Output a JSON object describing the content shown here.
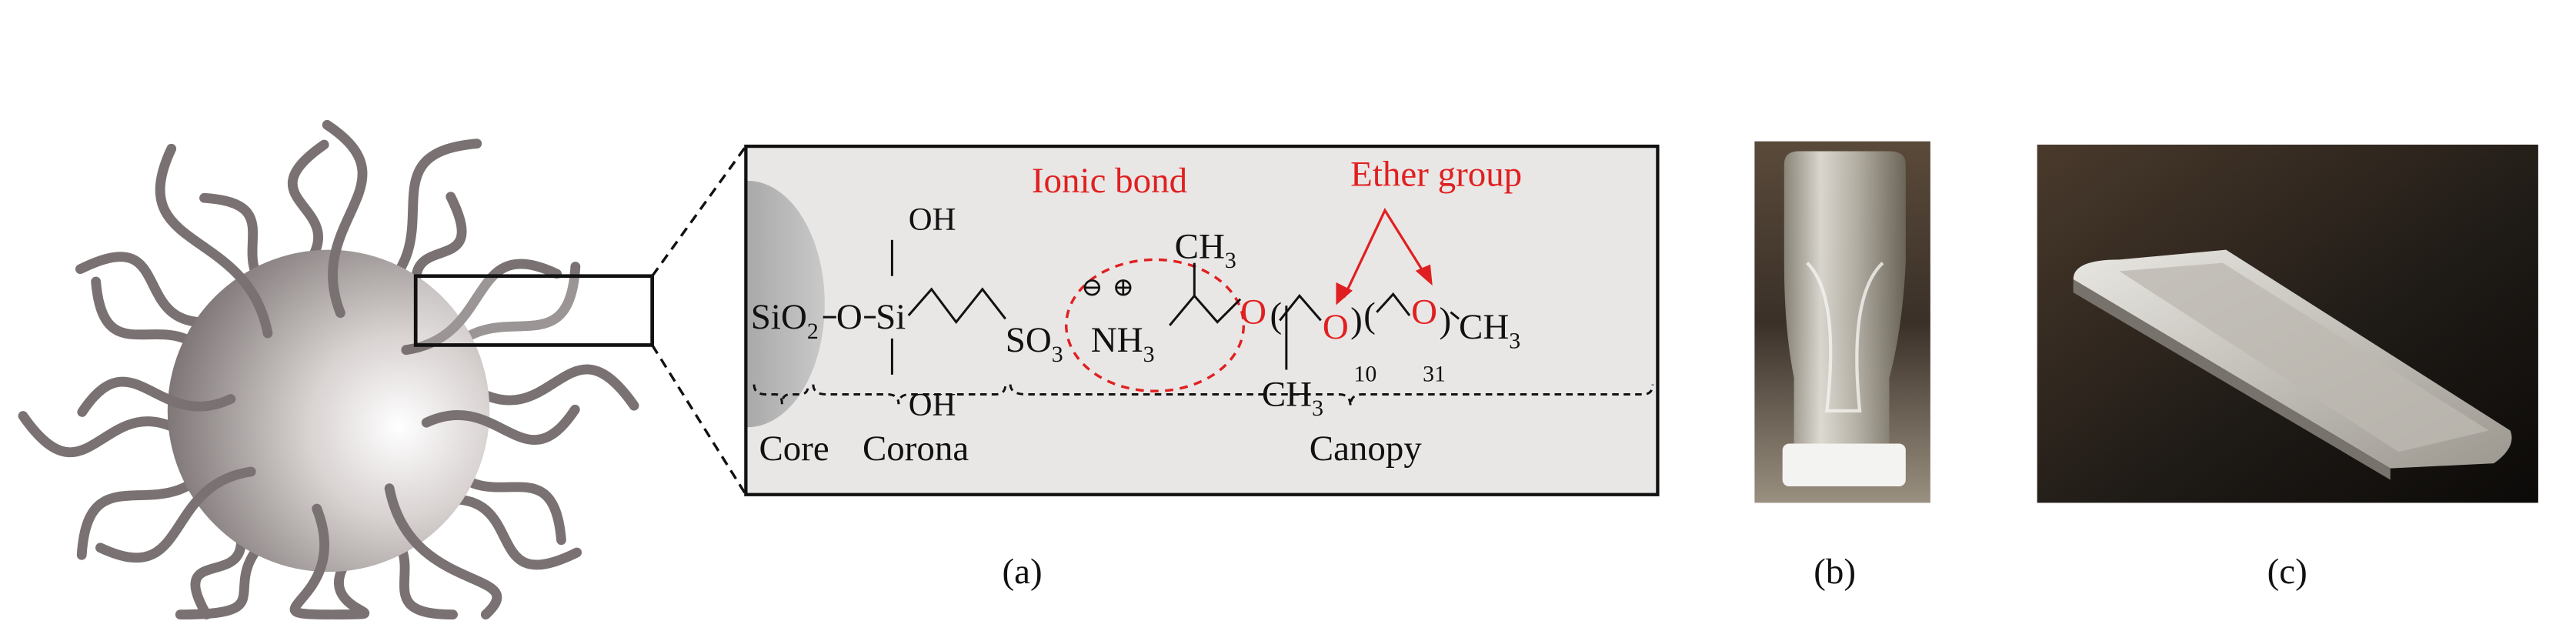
{
  "panel_a": {
    "label": "(a)",
    "structure": {
      "sio": "SiO",
      "sio_sub": "2",
      "link_o": "O",
      "si": "Si",
      "oh_top": "OH",
      "oh_bottom": "OH",
      "so": "SO",
      "so_sub": "3",
      "nh": "NH",
      "nh_sub": "3",
      "minus": "⊖",
      "plus": "⊕",
      "ch_top": "CH",
      "ch_top_sub": "3",
      "ch_mid": "CH",
      "ch_mid_sub": "3",
      "ch_end": "CH",
      "ch_end_sub": "3",
      "o1": "O",
      "o2": "O",
      "o3": "O",
      "paren_open": "(",
      "paren_close1": ")",
      "paren_open2": "(",
      "paren_close2": ")",
      "n1": "10",
      "n2": "31"
    },
    "annotations": {
      "ionic_bond": "Ionic bond",
      "ether_group": "Ether group"
    },
    "regions": [
      "Core",
      "Corona",
      "Canopy"
    ]
  },
  "panel_b": {
    "label": "(b)"
  },
  "panel_c": {
    "label": "(c)"
  },
  "colors": {
    "accent_red": "#e02020",
    "box_bg": "#e9e7e6",
    "hair": "#7a7272"
  }
}
